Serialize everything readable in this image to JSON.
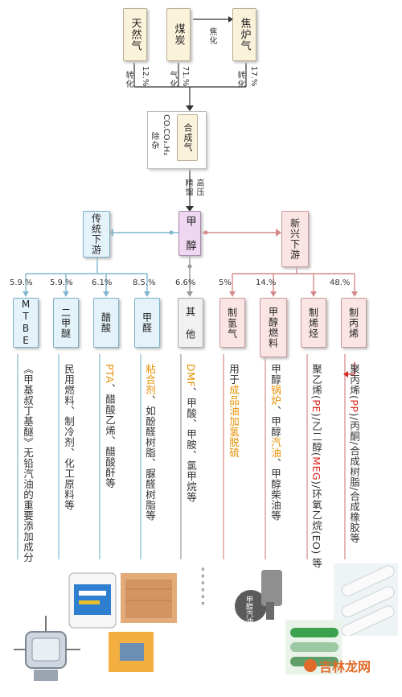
{
  "sources": {
    "natural_gas": "天然气",
    "coal": "煤炭",
    "coke_gas": "焦炉气",
    "coking_label": "焦化",
    "pct_natural_gas": "12.%",
    "pct_coal": "71.%",
    "pct_coke_gas": "17.%",
    "conv_natural_gas": "转化",
    "conv_coal": "气化",
    "conv_coke_gas": "转化"
  },
  "syngas": {
    "title": "合成气",
    "formula": "CO.CO₂.H₂",
    "purify_label": "除杂",
    "process_label_1": "高压",
    "process_label_2": "精馏"
  },
  "methanol": "甲 醇",
  "traditional": {
    "title": "传统下游",
    "products": [
      {
        "pct": "5.9.%",
        "name": "MTBE",
        "desc": "《甲基叔丁基醚》无铅汽油的重要添加成分"
      },
      {
        "pct": "5.9.%",
        "name": "二甲醚",
        "desc": "民用燃料、制冷剂、化工原料等"
      },
      {
        "pct": "6.1%",
        "name": "醋酸",
        "desc_parts": [
          "PTA",
          "、醋酸乙烯、醋酸酐等"
        ]
      },
      {
        "pct": "8.5.%",
        "name": "甲醛",
        "desc_parts": [
          "粘合剂",
          "、如酚醛树脂、脲醛树脂等"
        ]
      }
    ]
  },
  "other": {
    "pct": "6.6%",
    "name": "其 他",
    "desc_parts": [
      "DMF",
      "、甲酸、甲胺、氯甲烷等"
    ],
    "dots": "。。。。。。"
  },
  "emerging": {
    "title": "新兴下游",
    "products": [
      {
        "pct": "5%",
        "name": "制氢气",
        "desc_parts": [
          "用于",
          "成品油加氢脱硫"
        ]
      },
      {
        "pct": "14.%",
        "name": "甲醇燃料",
        "desc_parts": [
          "甲醇",
          "锅炉",
          "、甲醇",
          "汽油",
          "、甲醇柴油等"
        ]
      },
      {
        "pct": "",
        "name": "制烯烃",
        "desc_parts": [
          "聚乙烯(",
          "PE",
          ")/乙二醇(",
          "MEG",
          ")/环氧乙烷(EO) 等"
        ]
      },
      {
        "pct": "48.%",
        "name": "制丙烯",
        "desc_parts": [
          "聚丙烯(",
          "PP",
          ")/丙酮/合成树脂/合成橡胶等"
        ]
      }
    ]
  },
  "watermark": "吉林龙网",
  "drum_label": "甲醇汽油",
  "colors": {
    "trad_line": "#7fb7d0",
    "new_line": "#d48a8a",
    "red": "#d8281f"
  }
}
